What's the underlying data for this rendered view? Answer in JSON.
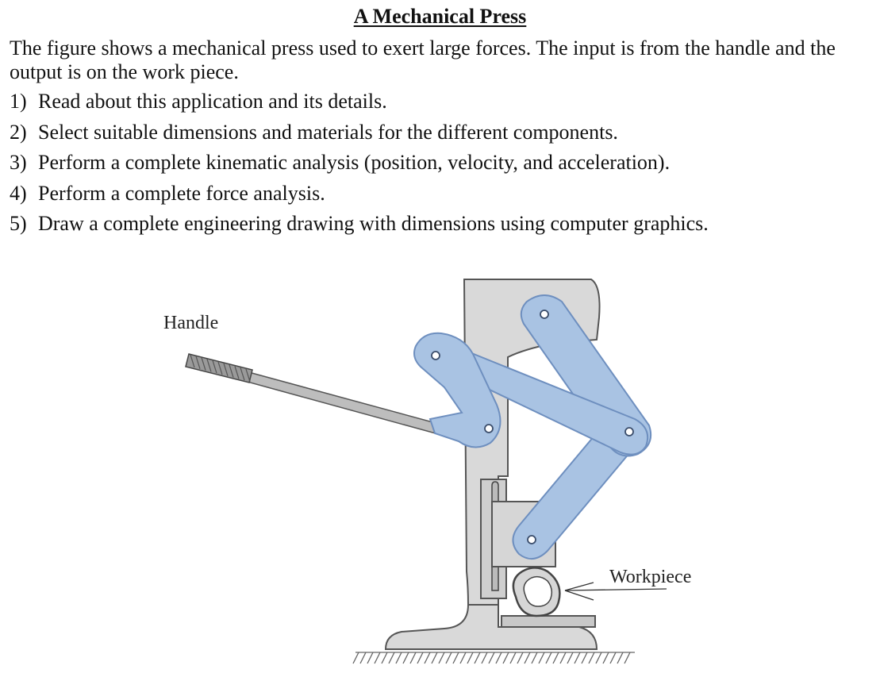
{
  "document": {
    "title": "A Mechanical Press",
    "intro": "The figure shows a mechanical press used to exert large forces. The input is from the handle and the output is on the work piece.",
    "tasks": [
      {
        "number": "1)",
        "text": "Read about this application and its details."
      },
      {
        "number": "2)",
        "text": "Select suitable dimensions and materials for the different components."
      },
      {
        "number": "3)",
        "text": "Perform a complete kinematic analysis (position, velocity, and acceleration)."
      },
      {
        "number": "4)",
        "text": "Perform a complete force analysis."
      },
      {
        "number": "5)",
        "text": "Draw a complete engineering drawing with dimensions using computer graphics."
      }
    ]
  },
  "figure": {
    "labels": {
      "handle": "Handle",
      "workpiece": "Workpiece"
    },
    "colors": {
      "link_fill": "#a9c3e3",
      "link_stroke": "#6e8fbf",
      "frame_fill": "#d9d9d9",
      "frame_stroke": "#555555",
      "ground_hatch": "#666666"
    }
  }
}
